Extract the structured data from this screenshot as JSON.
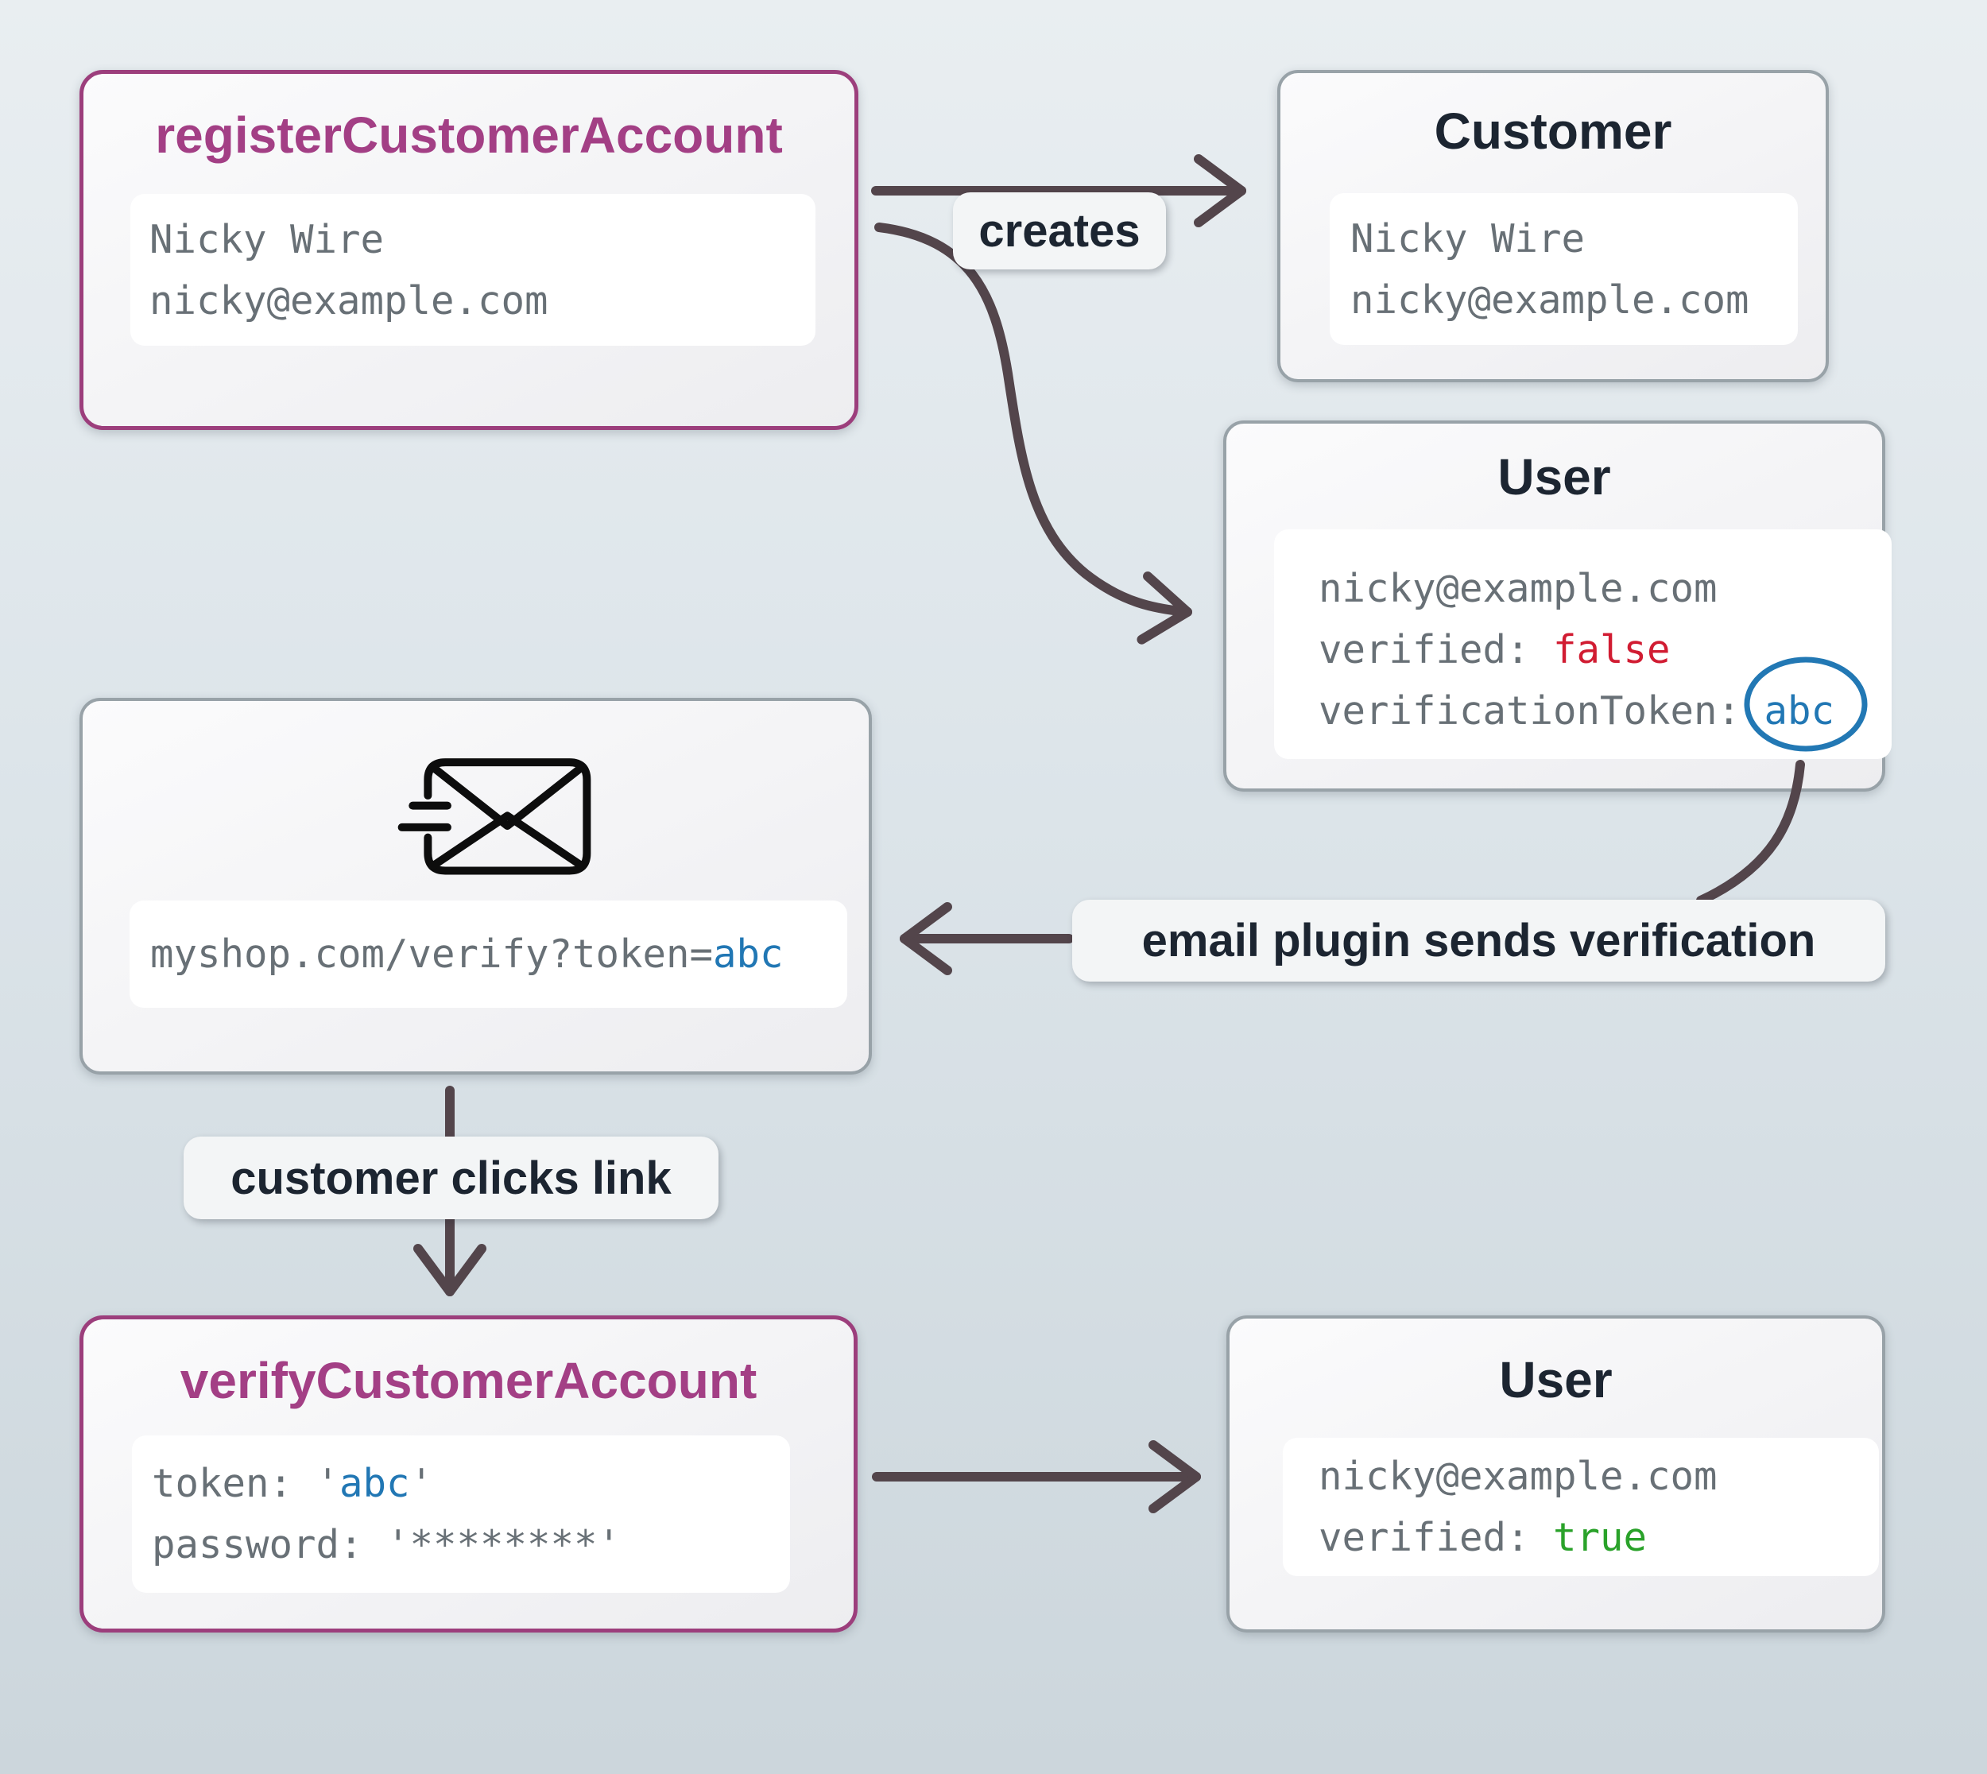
{
  "cards": {
    "register": {
      "title": "registerCustomerAccount",
      "lines": [
        "Nicky Wire",
        "nicky@example.com"
      ]
    },
    "customer": {
      "title": "Customer",
      "lines": [
        "Nicky Wire",
        "nicky@example.com"
      ]
    },
    "user_unverified": {
      "title": "User",
      "email": "nicky@example.com",
      "verified_label": "verified: ",
      "verified_value": "false",
      "token_label": "verificationToken: ",
      "token_value": "abc"
    },
    "email": {
      "icon": "send-email-icon",
      "link_prefix": "myshop.com/verify?token=",
      "link_token": "abc"
    },
    "verify": {
      "title": "verifyCustomerAccount",
      "token_prefix": "token: '",
      "token_value": "abc",
      "token_suffix": "'",
      "password_line": "password: '********'"
    },
    "user_verified": {
      "title": "User",
      "email": "nicky@example.com",
      "verified_label": "verified: ",
      "verified_value": "true"
    }
  },
  "labels": {
    "creates": "creates",
    "email_plugin": "email plugin sends verification",
    "customer_clicks": "customer clicks link"
  },
  "colors": {
    "accent_purple_border": "#9c3e7c",
    "accent_purple_text": "#a33f85",
    "title_navy": "#1c2531",
    "code_gray": "#687076",
    "value_red": "#d11c32",
    "value_green": "#2aa22a",
    "value_blue": "#2177b4",
    "circle_blue": "#2278b4",
    "arrow": "#53454b",
    "card_border_gray": "#98a2a8"
  }
}
